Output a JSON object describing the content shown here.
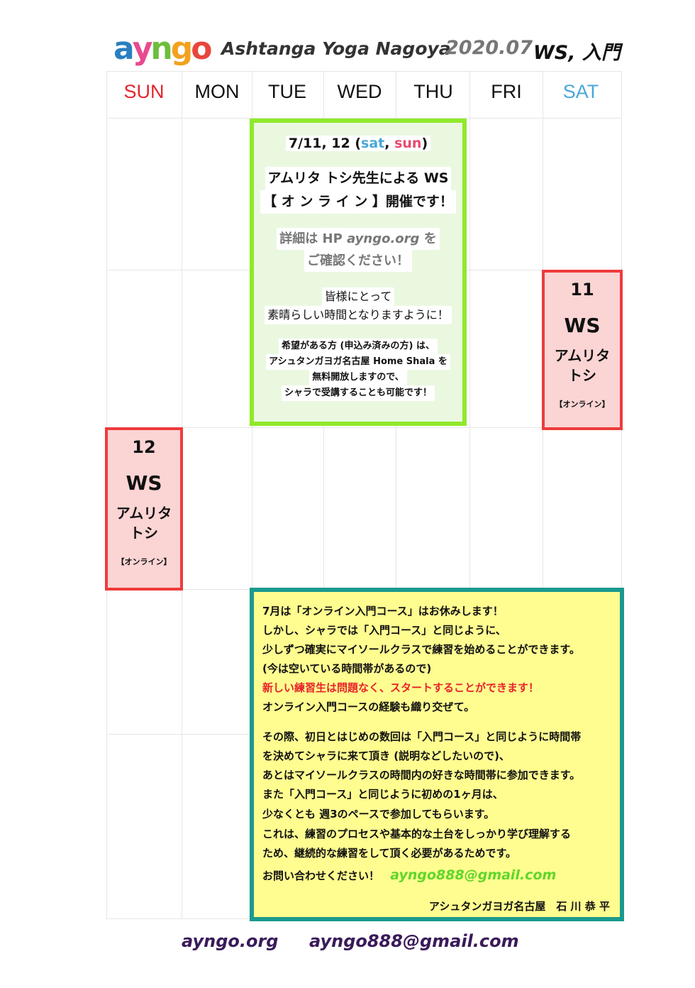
{
  "header": {
    "logo_letters": [
      "a",
      "y",
      "n",
      "g",
      "o"
    ],
    "logo_colors": [
      "#2a7fc0",
      "#e84a90",
      "#6dbe3c",
      "#f2a21e",
      "#e8463c"
    ],
    "title": "Ashtanga Yoga Nagoya",
    "date": "2020.07",
    "ws": "WS, 入門"
  },
  "days": [
    {
      "label": "SUN",
      "color": "#e8232a"
    },
    {
      "label": "MON",
      "color": "#111111"
    },
    {
      "label": "TUE",
      "color": "#111111"
    },
    {
      "label": "WED",
      "color": "#111111"
    },
    {
      "label": "THU",
      "color": "#111111"
    },
    {
      "label": "FRI",
      "color": "#111111"
    },
    {
      "label": "SAT",
      "color": "#4aa7d8"
    }
  ],
  "green_box": {
    "date_prefix": "7/11, 12 (",
    "date_sat": "sat",
    "date_comma": ", ",
    "date_sun": "sun",
    "date_suffix": ")",
    "line1": "アムリタ トシ先生による WS",
    "line2": "【 オ ン ラ イ ン 】開催です！",
    "line3a": "詳細は HP ",
    "line3b": "ayngo.org",
    "line3c": " を",
    "line4": "ご確認ください！",
    "line5": "皆様にとって",
    "line6": "素晴らしい時間となりますように！",
    "line7": "希望がある方 (申込み済みの方) は、",
    "line8": "アシュタンガヨガ名古屋 Home Shala を",
    "line9": "無料開放しますので、",
    "line10": "シャラで受講することも可能です！"
  },
  "event_sat": {
    "day": "11",
    "type": "WS",
    "name1": "アムリタ",
    "name2": "トシ",
    "note": "【オンライン】"
  },
  "event_sun": {
    "day": "12",
    "type": "WS",
    "name1": "アムリタ",
    "name2": "トシ",
    "note": "【オンライン】"
  },
  "yellow_box": {
    "l1": "7月は「オンライン入門コース」はお休みします！",
    "l2": "しかし、シャラでは「入門コース」と同じように、",
    "l3": "少しずつ確実にマイソールクラスで練習を始めることができます。",
    "l4": "(今は空いている時間帯があるので)",
    "l5": "新しい練習生は問題なく、スタートすることができます！",
    "l6": "オンライン入門コースの経験も織り交ぜて。",
    "l7": "その際、初日とはじめの数回は「入門コース」と同じように時間帯",
    "l8": "を決めてシャラに来て頂き (説明などしたいので)、",
    "l9": "あとはマイソールクラスの時間内の好きな時間帯に参加できます。",
    "l10": "また「入門コース」と同じように初めの1ヶ月は、",
    "l11": "少なくとも 週3のペースで参加してもらいます。",
    "l12": "これは、練習のプロセスや基本的な土台をしっかり学び理解する",
    "l13": "ため、継続的な練習をして頂く必要があるためです。",
    "l14": "お問い合わせください！",
    "email": "ayngo888@gmail.com",
    "signature": "アシュタンガヨガ名古屋　石 川 恭 平"
  },
  "footer": {
    "site": "ayngo.org",
    "email": "ayngo888@gmail.com"
  }
}
